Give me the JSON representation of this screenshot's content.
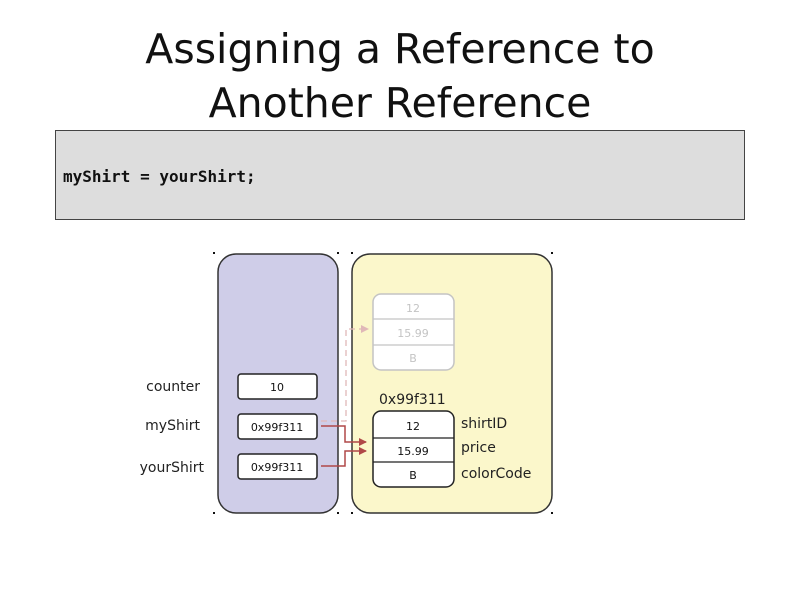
{
  "title": {
    "line1": "Assigning a Reference to",
    "line2": "Another Reference"
  },
  "code": {
    "line": "myShirt = yourShirt;"
  },
  "stack": {
    "variables": [
      {
        "name": "counter",
        "value": "10"
      },
      {
        "name": "myShirt",
        "value": "0x99f311"
      },
      {
        "name": "yourShirt",
        "value": "0x99f311"
      }
    ]
  },
  "heap": {
    "old_object": {
      "cells": [
        "12",
        "15.99",
        "B"
      ]
    },
    "object": {
      "address": "0x99f311",
      "cells": [
        "12",
        "15.99",
        "B"
      ],
      "fields": [
        "shirtID",
        "price",
        "colorCode"
      ]
    }
  },
  "colors": {
    "stack_fill": "#cfcde8",
    "heap_fill": "#fbf7cb",
    "arrow": "#b04848",
    "arrow_faded": "#e0b8b8",
    "code_bg": "#dddddd"
  }
}
